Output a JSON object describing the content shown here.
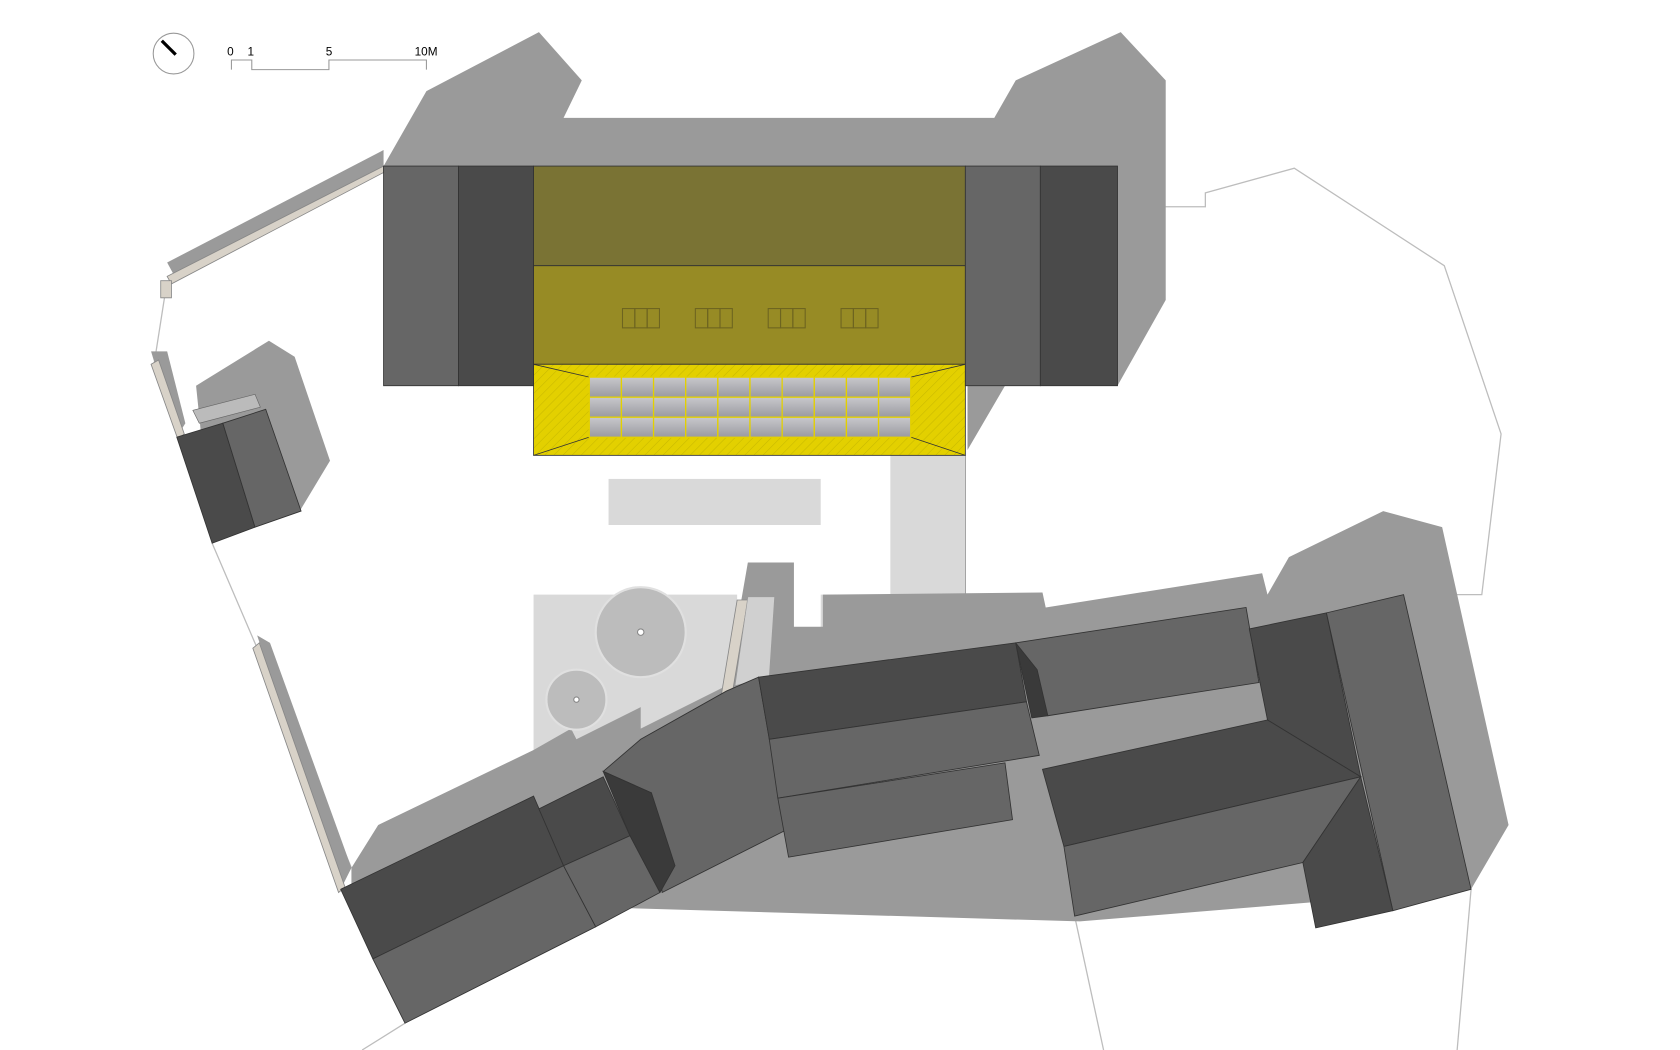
{
  "scale_bar": {
    "ticks": [
      "0",
      "1",
      "5",
      "10M"
    ]
  },
  "north_arrow": {
    "icon": "north-arrow-icon"
  },
  "colors": {
    "shadow": "#999999",
    "light_area": "#d9d9d9",
    "roof_dark": "#4a4a4a",
    "roof_mid": "#666666",
    "roof_darkest": "#3a3a3a",
    "highlight_yellow": "#e3d000",
    "olive_roof_top": "#7a7334",
    "olive_roof_bottom": "#978b25"
  }
}
